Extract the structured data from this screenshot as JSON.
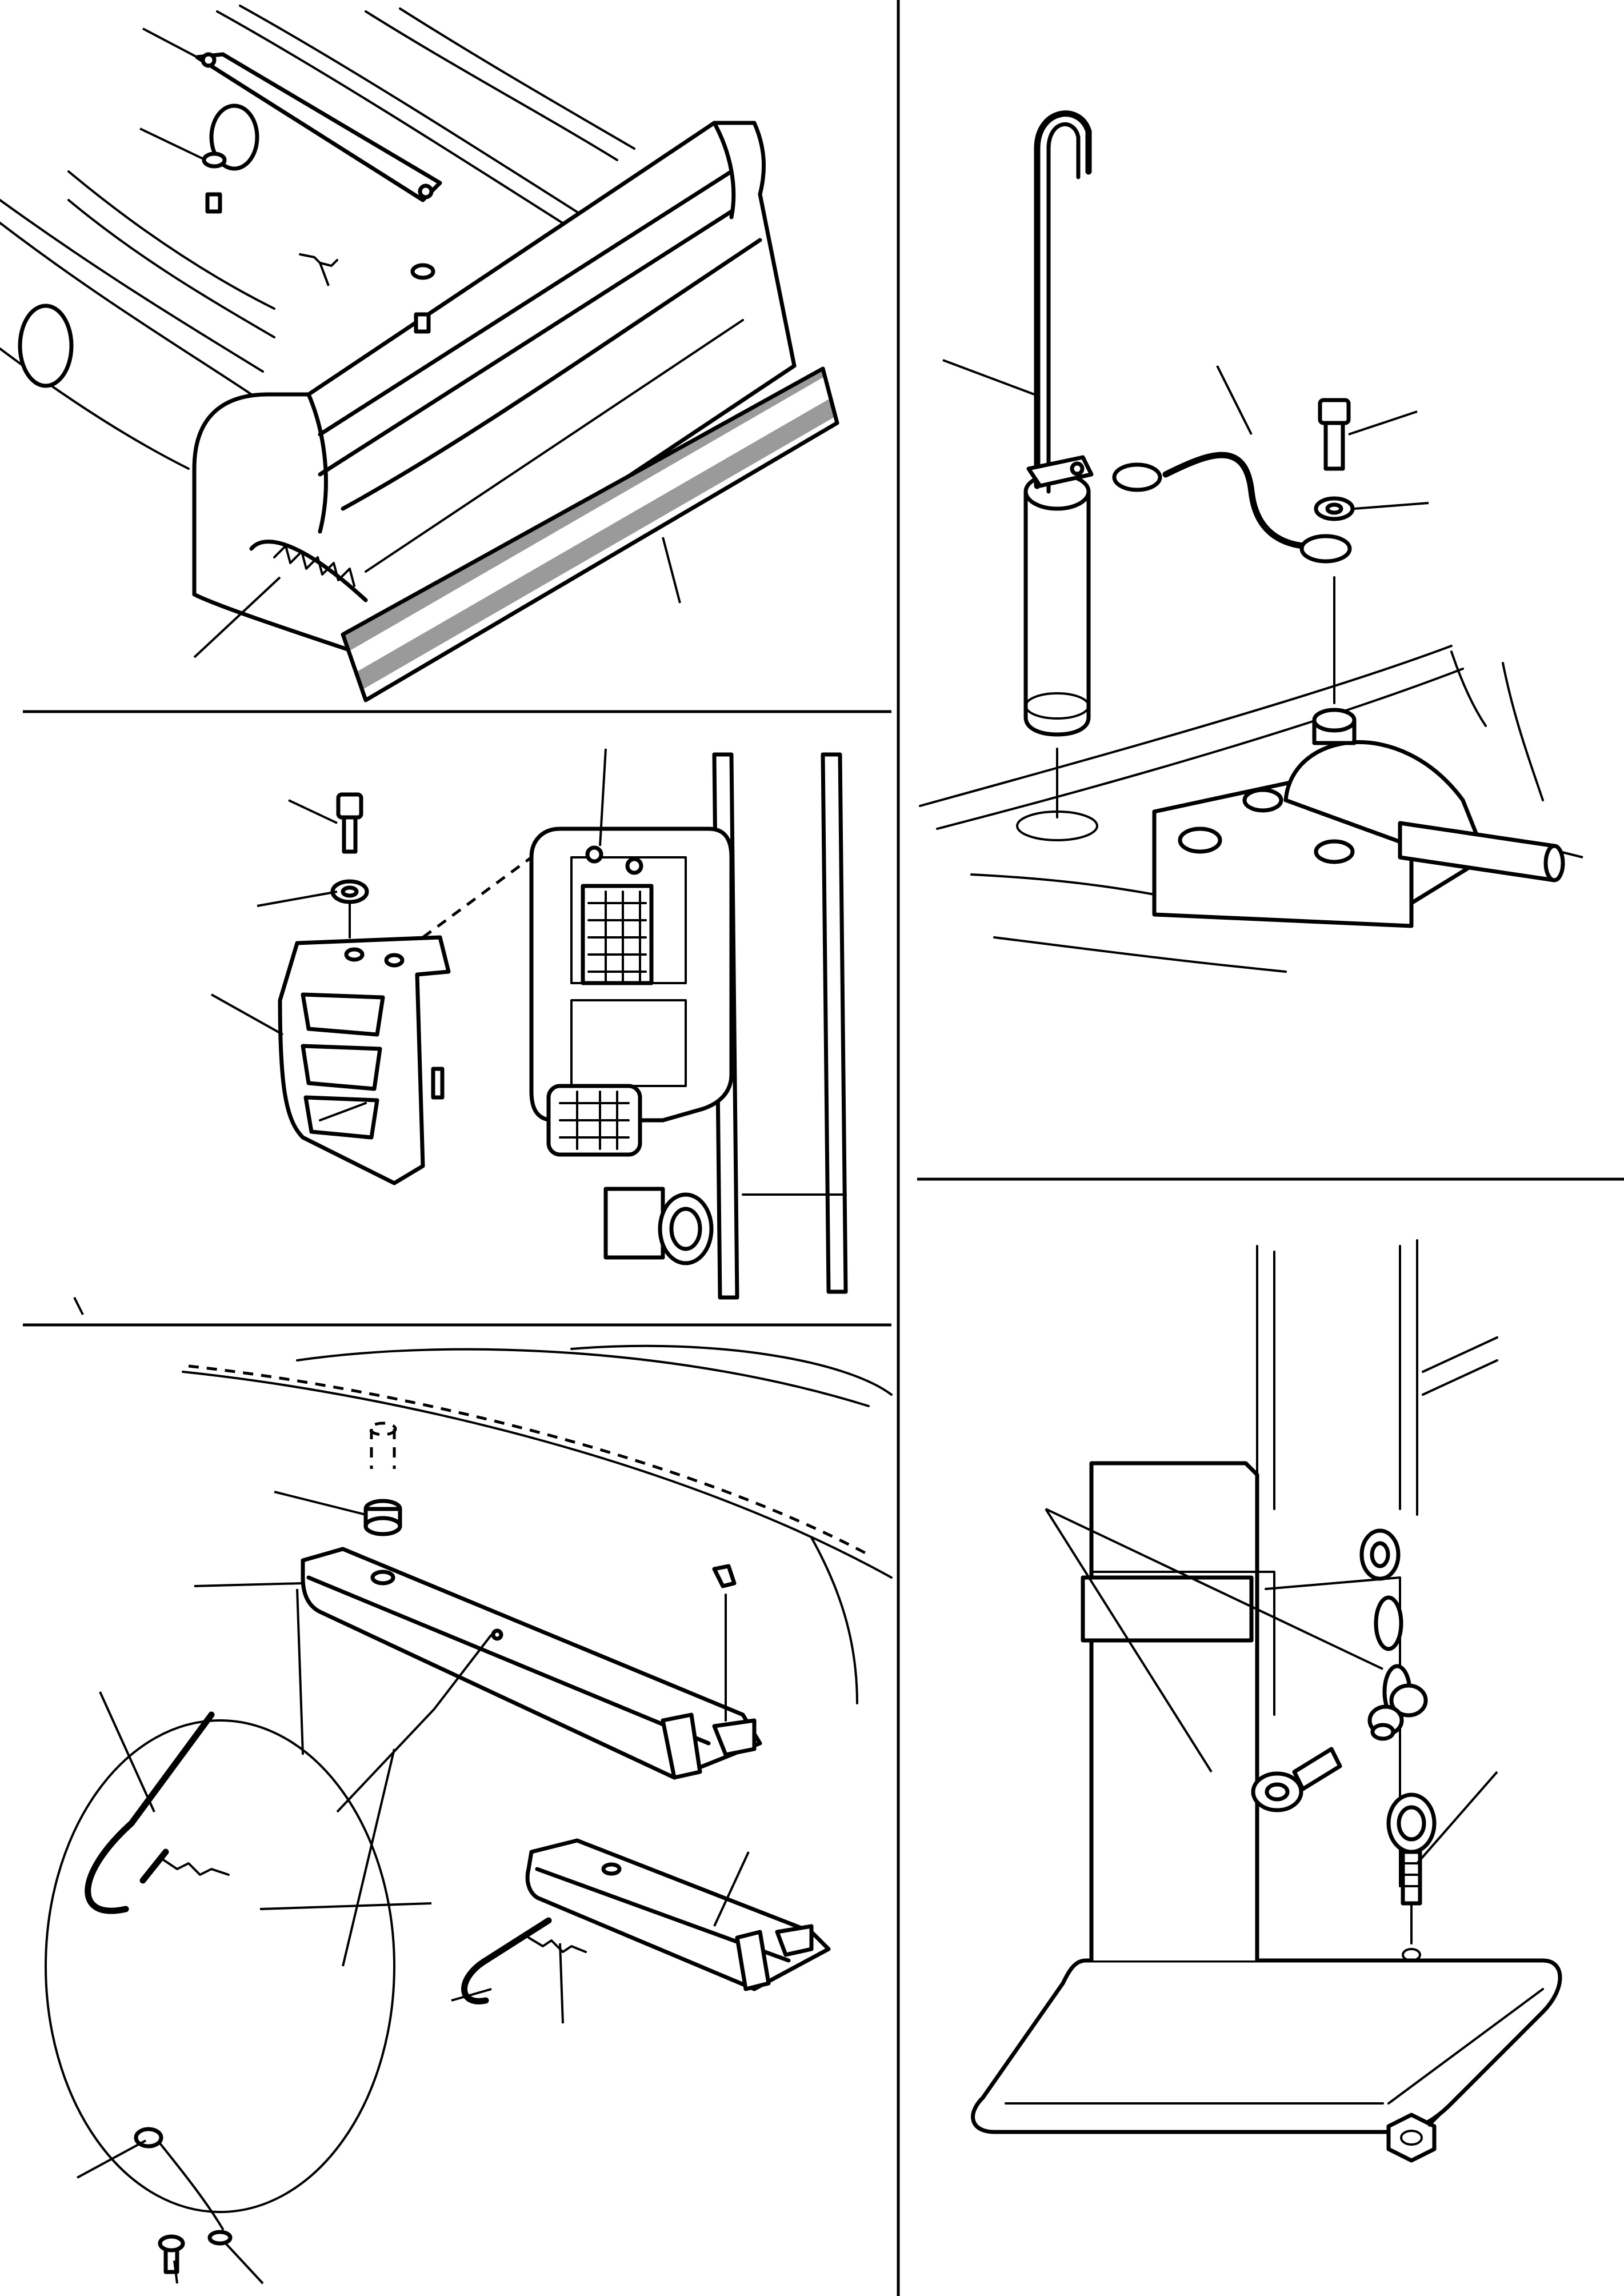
{
  "colors": {
    "ink": "#000000",
    "paper": "#ffffff",
    "hatch": "#9a9a9a"
  },
  "panels": [
    {
      "id": "bucket-wear-strip",
      "icon": "bucket-icon"
    },
    {
      "id": "lamp-guard",
      "icon": "lamp-guard-icon"
    },
    {
      "id": "frame-lock-bar",
      "icon": "lock-bar-icon"
    },
    {
      "id": "lock-pin-with-cable",
      "icon": "lock-pin-icon"
    },
    {
      "id": "lifting-eye-and-chain",
      "icon": "lifting-eye-icon"
    }
  ]
}
